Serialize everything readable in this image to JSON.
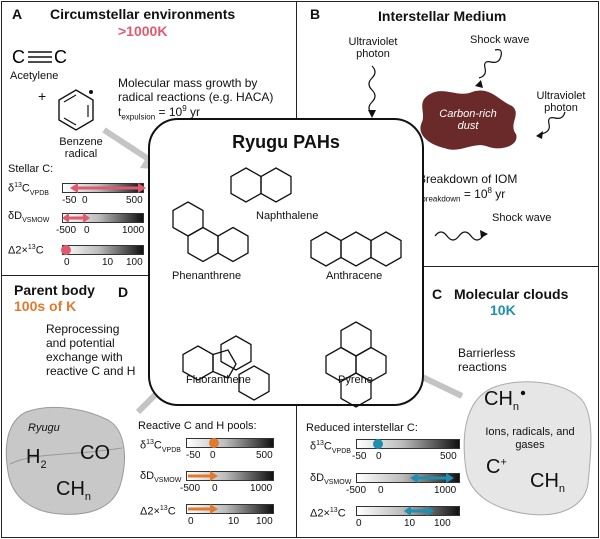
{
  "panelA": {
    "letter": "A",
    "title": "Circumstellar environments",
    "temp": ">1000K",
    "acetylene": "Acetylene",
    "plus": "+",
    "benzene": "Benzene radical",
    "growth": "Molecular mass growth by radical reactions (e.g. HACA)",
    "t_prefix": "t",
    "t_sub": "expulsion",
    "t_val": " = 10",
    "t_exp": "9",
    "t_unit": " yr",
    "stellar": "Stellar C:",
    "r1": {
      "label": "δ",
      "sup": "13",
      "lab2": "C",
      "sub": "VPDB",
      "ticks": [
        "-50",
        "0",
        "500"
      ]
    },
    "r2": {
      "label": "δD",
      "sub": "VSMOW",
      "ticks": [
        "-500",
        "0",
        "1000"
      ]
    },
    "r3": {
      "label": "Δ2×",
      "sup": "13",
      "lab2": "C",
      "ticks": [
        "0",
        "10",
        "100"
      ]
    }
  },
  "panelB": {
    "letter": "B",
    "title": "Interstellar Medium",
    "uv1": "Ultraviolet photon",
    "shock1": "Shock wave",
    "uv2": "Ultraviolet photon",
    "dust": "Carbon-rich dust",
    "breakdown": "Breakdown of IOM",
    "t_prefix": "t",
    "t_sub": "breakdown",
    "t_val": " = 10",
    "t_exp": "8",
    "t_unit": " yr",
    "shock2": "Shock wave"
  },
  "panelC": {
    "letter": "C",
    "title": "Molecular clouds",
    "temp": "10K",
    "barrier": "Barrierless reactions",
    "ch": "CH",
    "ch_sub": "n",
    "ions": "Ions, radicals, and gases",
    "cplus": "C",
    "cplus_sup": "+",
    "ch2": "CH",
    "ch2_sub": "n",
    "reduced": "Reduced interstellar C:",
    "r1": {
      "ticks": [
        "-50",
        "0",
        "500"
      ]
    },
    "r2": {
      "ticks": [
        "-500",
        "0",
        "1000"
      ]
    },
    "r3": {
      "ticks": [
        "0",
        "10",
        "100"
      ]
    }
  },
  "panelD": {
    "letter": "D",
    "title": "Parent body",
    "temp": "100s of K",
    "reproc": "Reprocessing and potential exchange with reactive C and H",
    "ryugu": "Ryugu",
    "h2": "H",
    "h2_sub": "2",
    "co": "CO",
    "chn": "CH",
    "chn_sub": "n",
    "pools": "Reactive C and H pools:",
    "r1": {
      "ticks": [
        "-50",
        "0",
        "500"
      ]
    },
    "r2": {
      "ticks": [
        "-500",
        "0",
        "1000"
      ]
    },
    "r3": {
      "ticks": [
        "0",
        "10",
        "100"
      ]
    }
  },
  "center": {
    "title": "Ryugu PAHs",
    "naph": "Naphthalene",
    "phen": "Phenanthrene",
    "anth": "Anthracene",
    "fluor": "Fluoranthene",
    "pyrene": "Pyrene"
  },
  "colors": {
    "pink": "#e05a6e",
    "orange": "#e07a30",
    "teal": "#1e8fb0",
    "dust": "#6b2a2a"
  }
}
